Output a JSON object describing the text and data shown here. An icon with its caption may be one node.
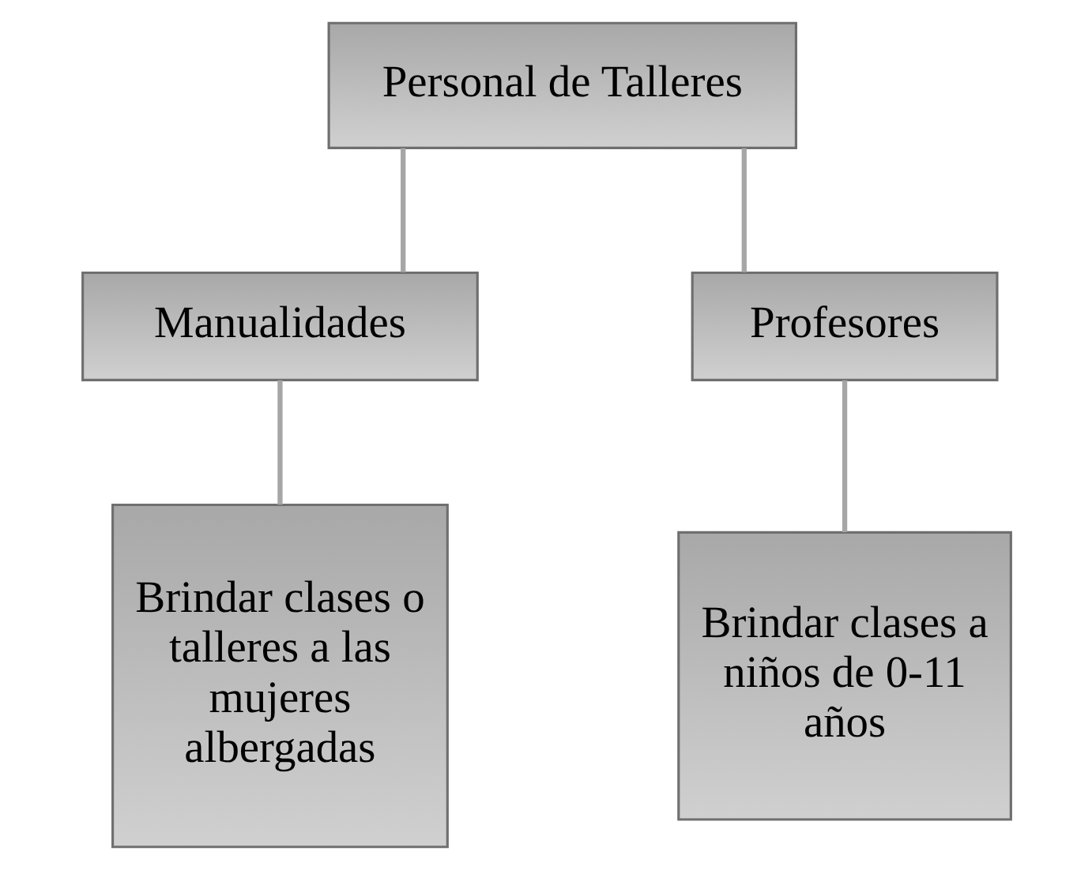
{
  "diagram": {
    "nodes": [
      {
        "text": [
          "Personal de Talleres"
        ]
      },
      {
        "text": [
          "Manualidades"
        ]
      },
      {
        "text": [
          "Profesores"
        ]
      },
      {
        "text": [
          "Brindar clases o talleres a las mujeres albergadas"
        ]
      },
      {
        "text": [
          "Brindar clases a niños de 0-11 años"
        ]
      }
    ],
    "edges": [
      {
        "from": 0,
        "to": 1,
        "arrow": "none"
      },
      {
        "from": 0,
        "to": 2,
        "arrow": "none"
      },
      {
        "from": 1,
        "to": 3,
        "arrow": "none"
      },
      {
        "from": 2,
        "to": 4,
        "arrow": "none"
      }
    ]
  }
}
